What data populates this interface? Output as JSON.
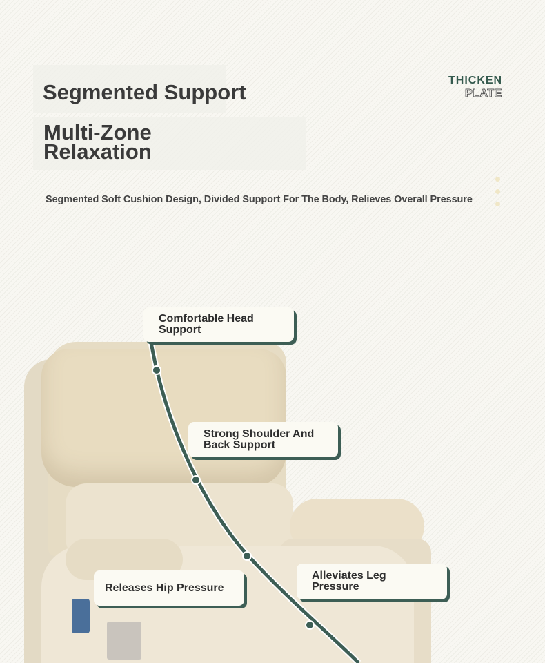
{
  "header": {
    "title": "Segmented Support",
    "subtitle": "Multi-Zone Relaxation",
    "description": "Segmented Soft Cushion Design, Divided Support For The Body, Relieves Overall Pressure"
  },
  "badge": {
    "line1": "THICKEN",
    "line2": "PLATE"
  },
  "callouts": [
    {
      "label": "Comfortable Head Support"
    },
    {
      "label": "Strong Shoulder And Back Support"
    },
    {
      "label": "Releases Hip Pressure"
    },
    {
      "label": "Alleviates Leg Pressure"
    }
  ],
  "colors": {
    "accent": "#3d5e55",
    "text": "#3a3a3a",
    "cushion": "#e9e0cc"
  }
}
